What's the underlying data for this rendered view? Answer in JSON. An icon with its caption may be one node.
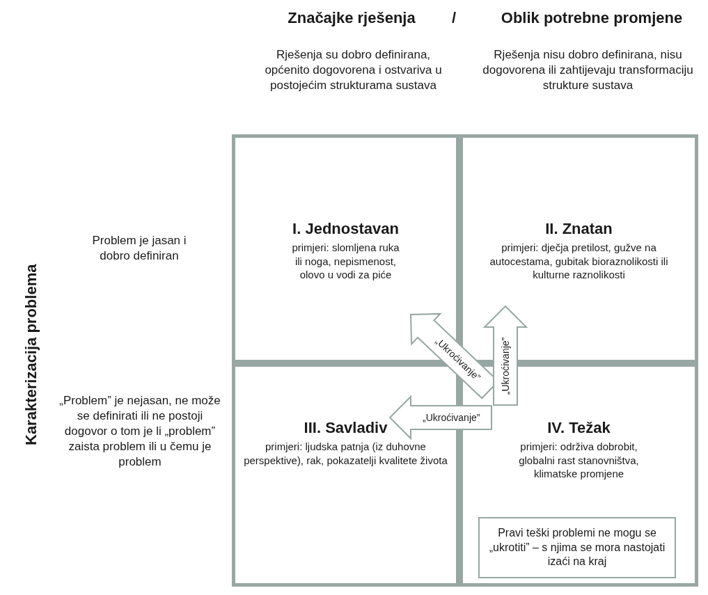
{
  "diagram": {
    "nodes": [
      {
        "text": [
          "I. Jednostavan",
          "primjeri: slomljena ruka ili noga, nepismenost, olovo u vodi za piće"
        ]
      },
      {
        "text": [
          "II. Znatan",
          "primjeri: dječja pretilost, gužve na autocestama, gubitak bioraznolikosti ili kulturne raznolikosti"
        ]
      },
      {
        "text": [
          "III. Savladiv",
          "primjeri: ljudska patnja (iz duhovne perspektive), rak, pokazatelji kvalitete života"
        ]
      },
      {
        "text": [
          "IV. Težak",
          "primjeri: održiva dobrobit, globalni rast stanovništva, klimatske promjene"
        ]
      },
      {
        "text": [
          "Pravi teški problemi ne mogu se „ukrotiti” – s njima se mora nastojati izaći na kraj"
        ],
        "in": 3
      }
    ],
    "edges": [
      {
        "from": 3,
        "to": 0,
        "arrow": "to",
        "label": "„Ukroćivanje”"
      },
      {
        "from": 3,
        "to": 1,
        "arrow": "to",
        "label": "„Ukroćivanje”"
      },
      {
        "from": 3,
        "to": 2,
        "arrow": "to",
        "label": "„Ukroćivanje”"
      }
    ],
    "labels": [
      "Značajke rješenja",
      "/",
      "Oblik potrebne promjene",
      "Rješenja su dobro definirana, općenito dogovorena i ostvariva u postojećim strukturama sustava",
      "Rješenja nisu dobro definirana, nisu dogovorena ili zahtijevaju transformaciju strukture sustava",
      "Karakterizacija problema",
      "Problem je jasan i dobro definiran",
      "„Problem” je nejasan, ne može se definirati ili ne postoji dogovor o tom je li „problem” zaista problem ili u čemu je problem"
    ]
  }
}
